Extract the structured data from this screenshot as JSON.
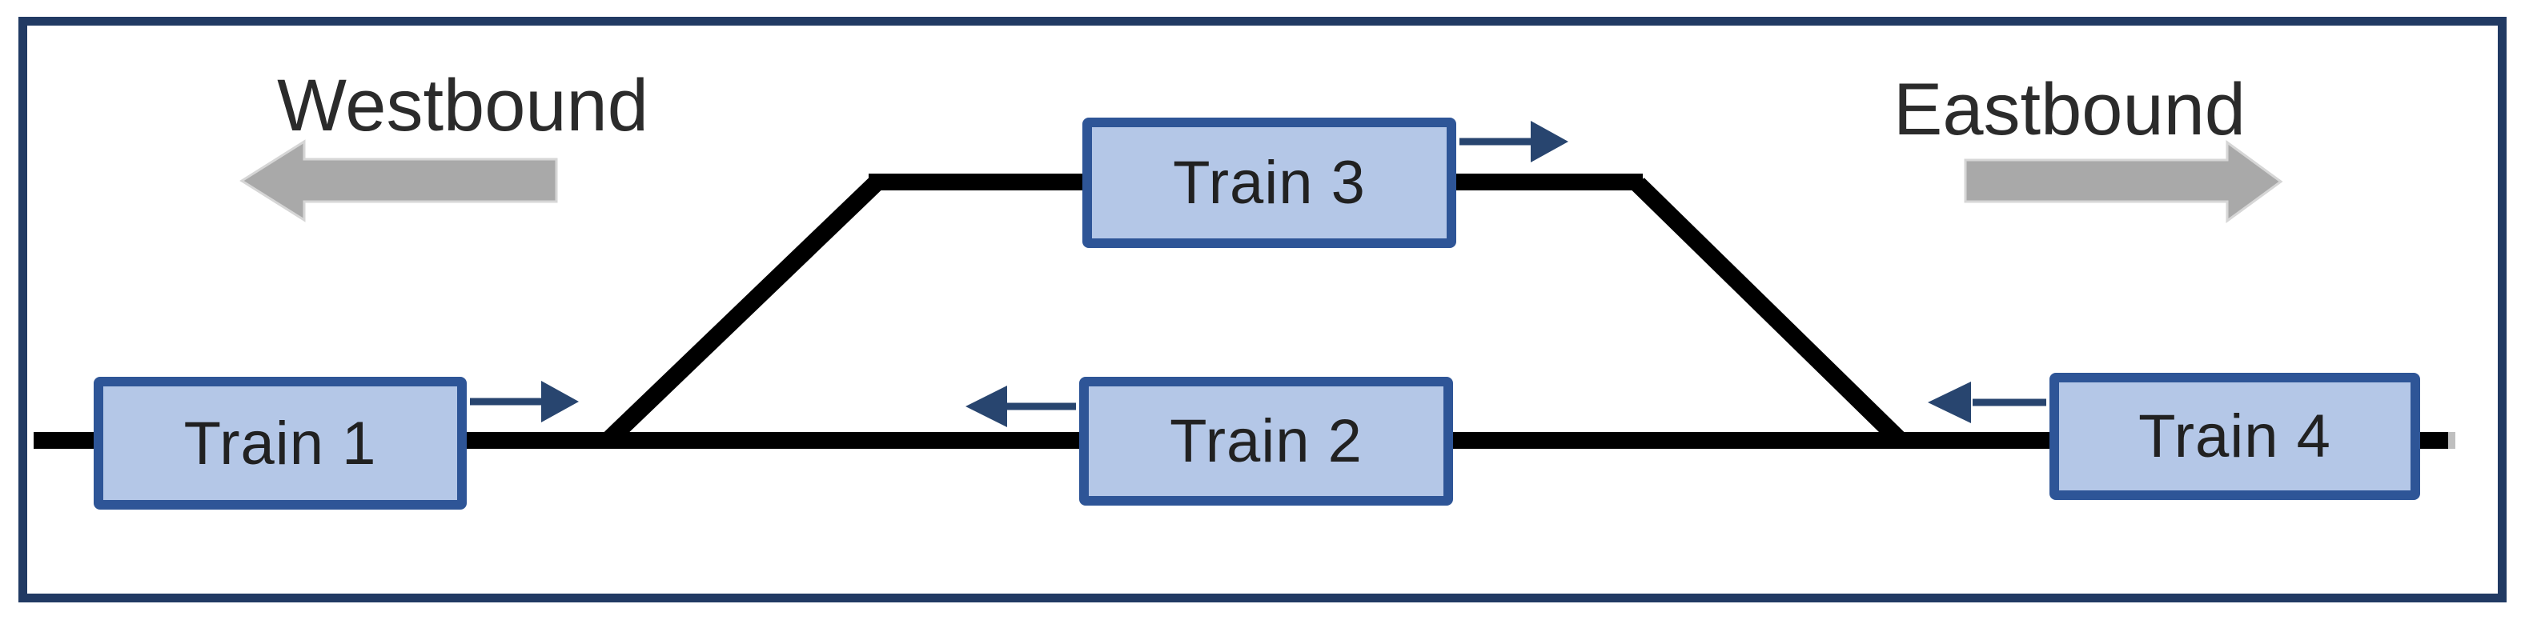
{
  "diagram": {
    "direction_labels": {
      "westbound": {
        "label": "Westbound",
        "arrow": "left"
      },
      "eastbound": {
        "label": "Eastbound",
        "arrow": "right"
      }
    },
    "trains": [
      {
        "label": "Train 1",
        "track": "main-line",
        "heading": "eastbound",
        "arrow": "right"
      },
      {
        "label": "Train 2",
        "track": "main-line",
        "heading": "westbound",
        "arrow": "left"
      },
      {
        "label": "Train 3",
        "track": "passing-siding",
        "heading": "eastbound",
        "arrow": "right"
      },
      {
        "label": "Train 4",
        "track": "main-line",
        "heading": "westbound",
        "arrow": "left"
      }
    ],
    "colors": {
      "frame_border": "#213A63",
      "train_fill": "#B4C7E7",
      "train_border": "#2E5597",
      "train_arrow": "#28456F",
      "direction_arrow_gray": "#A9A9A9",
      "track": "#000000"
    }
  }
}
